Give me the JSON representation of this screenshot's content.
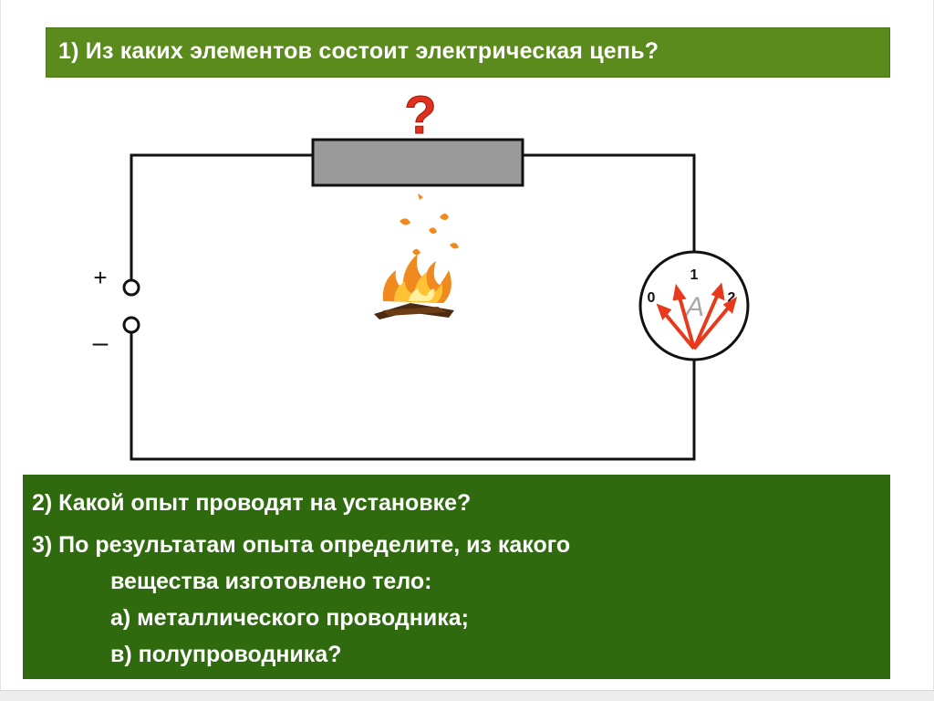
{
  "question1": "1) Из каких элементов состоит электрическая цепь?",
  "diagram": {
    "question_mark": "?",
    "plus": "+",
    "minus": "–",
    "ammeter": {
      "letter": "А",
      "scale": [
        "0",
        "1",
        "2"
      ]
    }
  },
  "questions": {
    "q2": "2) Какой опыт проводят на установке?",
    "q3_line1": "3) По результатам опыта определите, из какого",
    "q3_line2": "вещества изготовлено тело:",
    "q3_a": "а) металлического проводника;",
    "q3_b": "в) полупроводника?"
  },
  "colors": {
    "title_bar": "#5b8a1d",
    "question_box": "#2f6a0f",
    "question_mark": "#e0301e",
    "resistor": "#9a9a9a",
    "needles": "#e8391c"
  }
}
